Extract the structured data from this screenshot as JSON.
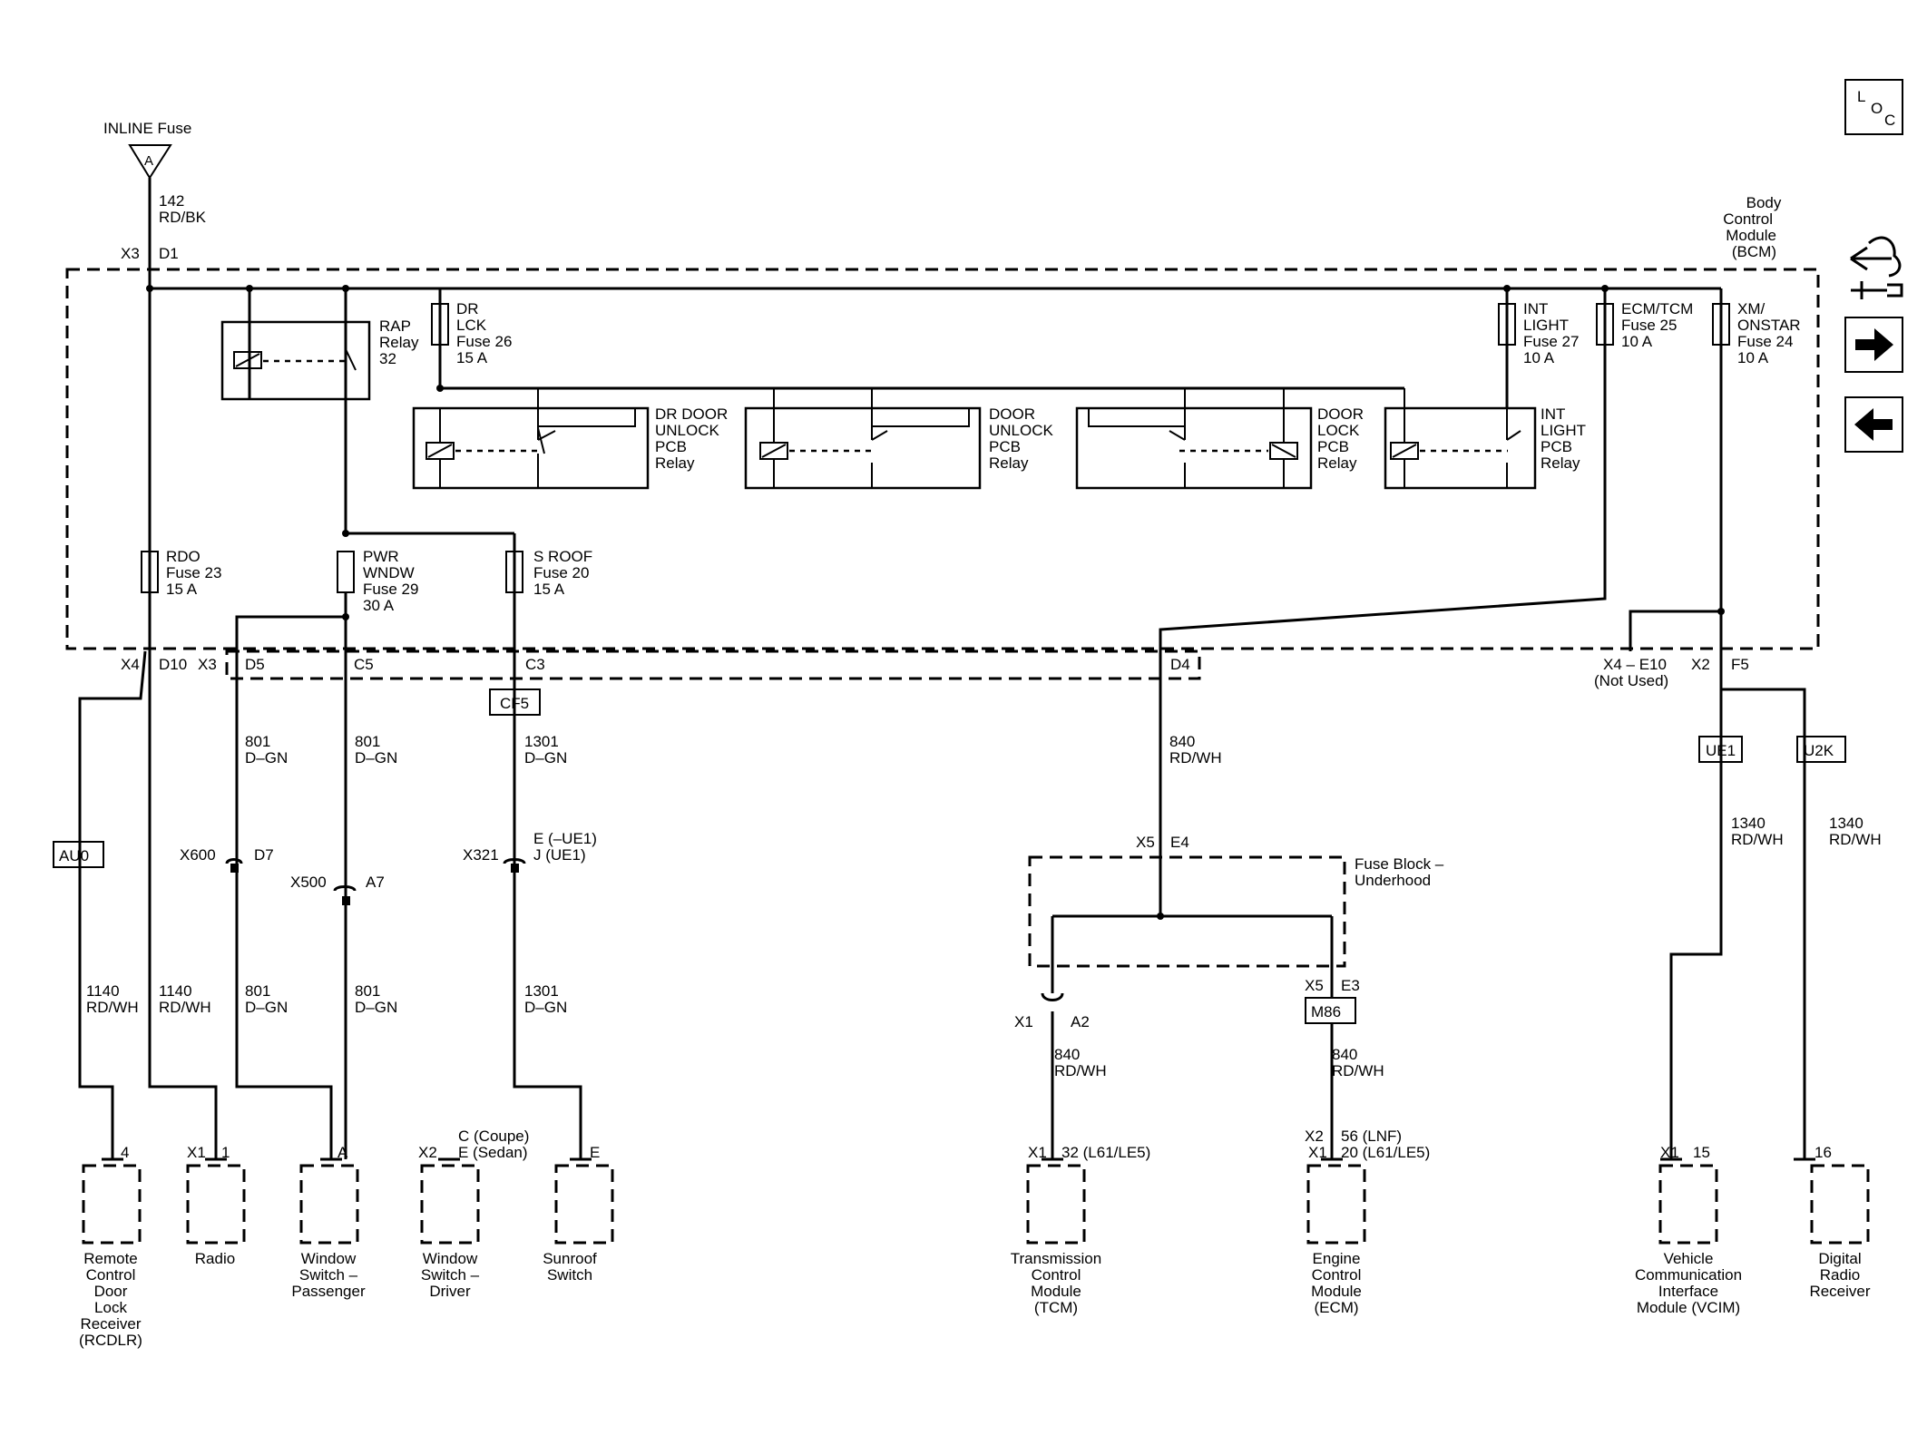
{
  "loc_button": {
    "l": "L",
    "o": "O",
    "c": "C"
  },
  "inline_fuse": {
    "label": "INLINE Fuse",
    "letter": "A"
  },
  "bcm_label": [
    "Body",
    "Control",
    "Module",
    "(BCM)"
  ],
  "wire_top": {
    "circuit": "142",
    "color": "RD/BK"
  },
  "bcm_pins": {
    "x3": "X3",
    "d1": "D1",
    "x4": "X4",
    "d10": "D10",
    "x3b": "X3",
    "d5": "D5",
    "c5": "C5",
    "c3": "C3",
    "d4": "D4",
    "x4e10": "X4 – E10",
    "not_used": "(Not Used)",
    "x2": "X2",
    "f5": "F5"
  },
  "fuses": {
    "dr_lck": [
      "DR",
      "LCK",
      "Fuse 26",
      "15 A"
    ],
    "int_light": [
      "INT",
      "LIGHT",
      "Fuse 27",
      "10 A"
    ],
    "ecm_tcm": [
      "ECM/TCM",
      "Fuse 25",
      "10 A"
    ],
    "xm_onstar": [
      "XM/",
      "ONSTAR",
      "Fuse 24",
      "10 A"
    ],
    "rdo": [
      "RDO",
      "Fuse 23",
      "15 A"
    ],
    "pwr_wndw": [
      "PWR",
      "WNDW",
      "Fuse 29",
      "30 A"
    ],
    "s_roof": [
      "S ROOF",
      "Fuse 20",
      "15 A"
    ]
  },
  "relays": {
    "rap": [
      "RAP",
      "Relay",
      "32"
    ],
    "dr_door_unlock": [
      "DR DOOR",
      "UNLOCK",
      "PCB",
      "Relay"
    ],
    "door_unlock": [
      "DOOR",
      "UNLOCK",
      "PCB",
      "Relay"
    ],
    "door_lock": [
      "DOOR",
      "LOCK",
      "PCB",
      "Relay"
    ],
    "int_light": [
      "INT",
      "LIGHT",
      "PCB",
      "Relay"
    ]
  },
  "options": {
    "cf5": "CF5",
    "au0": "AU0",
    "ue1": "UE1",
    "u2k": "U2K",
    "m86": "M86"
  },
  "connectors": {
    "x600": "X600",
    "d7": "D7",
    "x500": "X500",
    "a7": "A7",
    "x321": "X321",
    "e_ue1": "E (–UE1)",
    "j_ue1": "J (UE1)",
    "x5a": "X5",
    "e4": "E4",
    "fuse_block": [
      "Fuse Block –",
      "Underhood"
    ],
    "x1a": "X1",
    "a2": "A2",
    "x5b": "X5",
    "e3": "E3"
  },
  "wires": {
    "w801": "801",
    "dgn": "D–GN",
    "w1301": "1301",
    "w840": "840",
    "rdwh": "RD/WH",
    "w1140": "1140",
    "w1340": "1340"
  },
  "components": [
    {
      "pin_conn": "",
      "pin": "4",
      "name": [
        "Remote",
        "Control",
        "Door",
        "Lock",
        "Receiver",
        "(RCDLR)"
      ]
    },
    {
      "pin_conn": "X1",
      "pin": "1",
      "name": [
        "Radio"
      ]
    },
    {
      "pin_conn": "",
      "pin": "A",
      "name": [
        "Window",
        "Switch –",
        "Passenger"
      ]
    },
    {
      "pin_conn": "X2",
      "pin": "C (Coupe)",
      "pin2": "E (Sedan)",
      "name": [
        "Window",
        "Switch –",
        "Driver"
      ]
    },
    {
      "pin_conn": "",
      "pin": "E",
      "name": [
        "Sunroof",
        "Switch"
      ]
    },
    {
      "pin_conn": "X1",
      "pin": "32 (L61/LE5)",
      "name": [
        "Transmission",
        "Control",
        "Module",
        "(TCM)"
      ]
    },
    {
      "pin_conn": "X2",
      "pin": "56 (LNF)",
      "pin_conn2": "X1",
      "pin2": "20 (L61/LE5)",
      "name": [
        "Engine",
        "Control",
        "Module",
        "(ECM)"
      ]
    },
    {
      "pin_conn": "X1",
      "pin": "15",
      "name": [
        "Vehicle",
        "Communication",
        "Interface",
        "Module (VCIM)"
      ]
    },
    {
      "pin_conn": "",
      "pin": "16",
      "name": [
        "Digital",
        "Radio",
        "Receiver"
      ]
    }
  ]
}
